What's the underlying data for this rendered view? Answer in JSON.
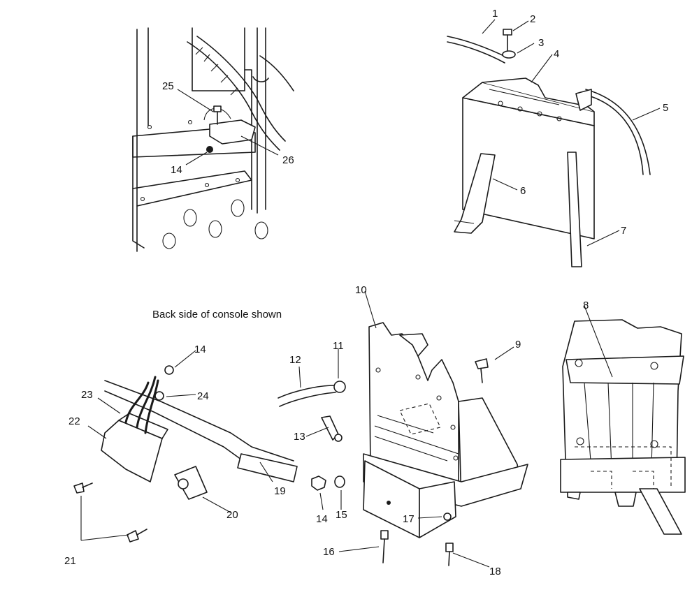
{
  "caption": "Back side of console shown",
  "callouts": [
    "1",
    "2",
    "3",
    "4",
    "5",
    "6",
    "7",
    "8",
    "9",
    "10",
    "11",
    "12",
    "13",
    "14",
    "14",
    "14",
    "15",
    "16",
    "17",
    "18",
    "19",
    "20",
    "21",
    "22",
    "23",
    "24",
    "25",
    "26"
  ]
}
